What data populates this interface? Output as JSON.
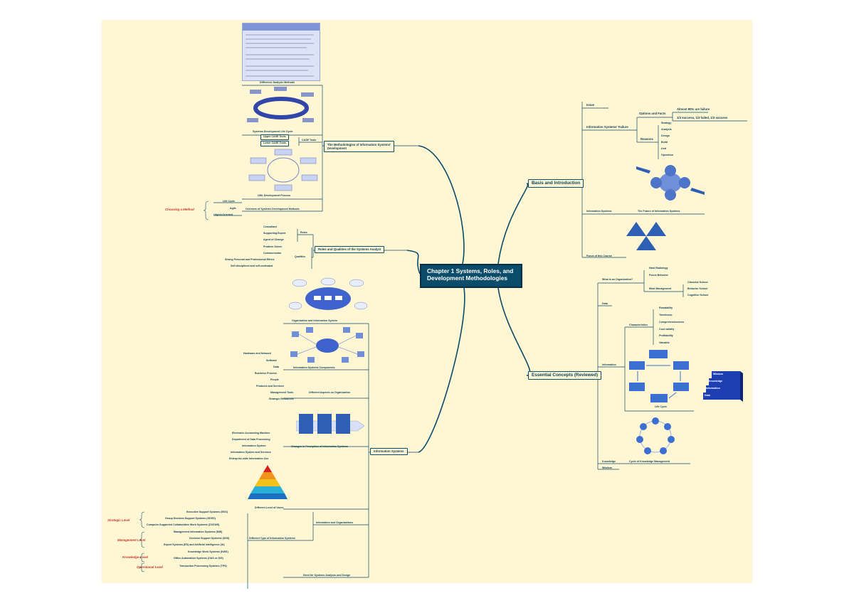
{
  "central": {
    "line1": "Chapter 1 Systems, Roles, and",
    "line2": "Development Methodologies"
  },
  "right": {
    "basis": {
      "title": "Basis and Introduction",
      "items": {
        "issue": "Issue",
        "failure": "Information Systems' Failure",
        "options": "Options and Facts",
        "fact1": "Almost 80% are failure",
        "fact2": "1/3 success, 1/3 failed, 1/3 success",
        "reasons": "Reasons",
        "r": [
          "Strategy",
          "Analysis",
          "Design",
          "Build",
          "Unit",
          "Operation"
        ],
        "infosys": "Information Systems",
        "future": "The Future of Information Systems",
        "focus": "Focus of this Course"
      }
    },
    "essential": {
      "title": "Essential Concepts (Reviewed)",
      "org": "What is an Organization?",
      "org1": "Hard Radiology",
      "org2": "Focus Behavior",
      "org3": "Mind Management",
      "org3a": "Classical School",
      "org3b": "Behavior School",
      "org3c": "Cognitive School",
      "data": "Data",
      "info": "Information",
      "chars": "Characteristics",
      "c": [
        "Readability",
        "Timeliness",
        "Comprehensiveness",
        "Cost validity",
        "Profitability",
        "Valuable"
      ],
      "lifecycle": "Life Cycle",
      "knowledge": "Knowledge",
      "kcycle": "Cycle of Knowledge Management",
      "wisdom": "Wisdom",
      "dikw": [
        "Wisdom",
        "Knowledge",
        "Information",
        "Data"
      ]
    }
  },
  "left": {
    "methodology": {
      "title": "The Methodologies of Information Systems' Development",
      "title1": "The Methodologies of Information Systems'",
      "title2": "Development",
      "diff": "Difference Analysis Methods",
      "sdlc": "Systems Development Life Cycle",
      "case": "CASE Tools",
      "upper": "Upper CASE Tools",
      "lower": "Lower CASE Tools",
      "uml": "UML Development Process",
      "overview": "Overview of Systems Development Methods",
      "lifecycle": "Life Cycle",
      "agile": "Agile",
      "oo": "Object-Oriented",
      "note": "Choosing a Method"
    },
    "roles": {
      "title": "Roles and Qualities of the Systems Analyst",
      "roles": "Roles",
      "r": [
        "Consultant",
        "Supporting Expert",
        "Agent of Change"
      ],
      "qualities": "Qualities",
      "q": [
        "Problem Solver",
        "Communicator",
        "Strong Personal and Professional Ethics",
        "Self-disciplined and self-motivated"
      ]
    },
    "infosystems": {
      "title": "Information Systems",
      "org": "Organization and Information System",
      "components": "Information Systems Components",
      "comp": [
        "Hardware and Network",
        "Software",
        "Data",
        "Business Process",
        "People"
      ],
      "aspects": "Different Aspects on Organization",
      "asp": [
        "Products and Services",
        "Management Tools",
        "Strategic Resources"
      ],
      "changes": "Changes in Perception of Information Systems",
      "ch": [
        "Electronic Accounting Machine",
        "Department of Data Processing",
        "Information System",
        "Information System and Services",
        "Enterprise-wide Information Use"
      ],
      "users": "Different Level of Users",
      "infoorg": "Information and Organizations",
      "types": "Different Type of Information Systems",
      "t": [
        "Executive Support Systems (ESS)",
        "Group Decision Support Systems (GDSS)",
        "Computer-Supported Collaborative Work Systems (CSCWS)",
        "Management Information Systems (MIS)",
        "Decision Support Systems (DSS)",
        "Expert Systems (ES) and Artificial Intelligence (AI)",
        "Knowledge Work Systems (KWS)",
        "Office Automation Systems (OAS or OIS)",
        "Transaction Processing Systems (TPS)"
      ],
      "need": "Need for Systems Analysis and Design",
      "levels": [
        "Strategic Level",
        "Management Level",
        "Knowledge Level",
        "Operational Level"
      ]
    }
  },
  "colors": {
    "branch": "#0b4c6b",
    "background": "#fff6d4",
    "note": "#c0392b",
    "picture": "#3b6fd1"
  }
}
